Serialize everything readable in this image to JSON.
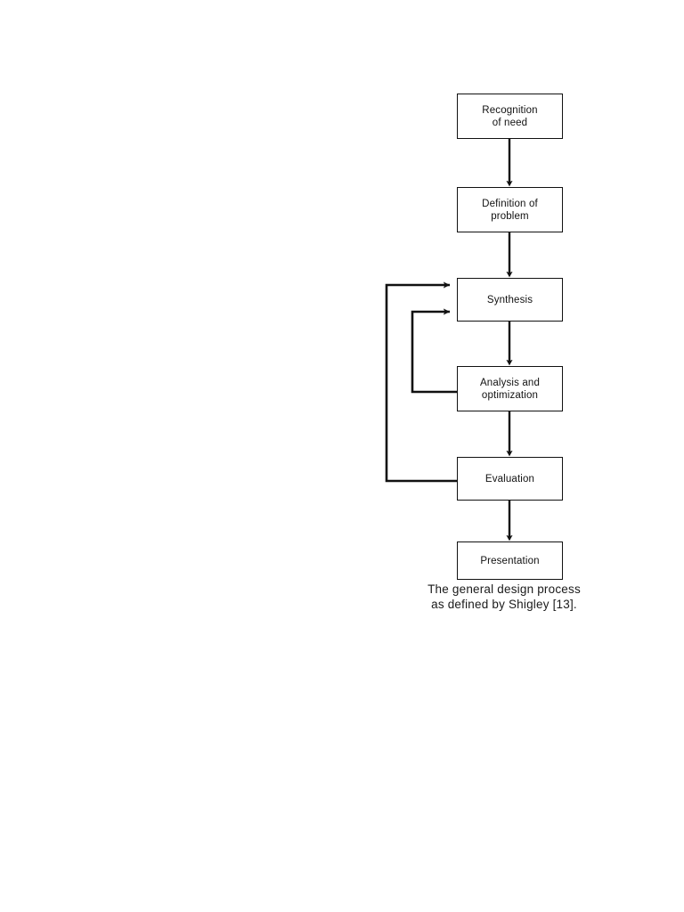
{
  "figure": {
    "caption": "The general design process\nas defined by Shigley [13].",
    "caption_line_1": "The general design process",
    "caption_line_2": "as defined by Shigley [13].",
    "reference_number": "[13]",
    "author": "Shigley"
  },
  "diagram": {
    "type": "flowchart",
    "orientation": "vertical",
    "stroke_color": "#111111",
    "background_color": "#ffffff",
    "nodes": [
      {
        "id": "recognition",
        "label": "Recognition\nof need",
        "order": 1
      },
      {
        "id": "definition",
        "label": "Definition of\nproblem",
        "order": 2
      },
      {
        "id": "synthesis",
        "label": "Synthesis",
        "order": 3
      },
      {
        "id": "analysis",
        "label": "Analysis and\noptimization",
        "order": 4
      },
      {
        "id": "evaluation",
        "label": "Evaluation",
        "order": 5
      },
      {
        "id": "presentation",
        "label": "Presentation",
        "order": 6
      }
    ],
    "edges": [
      {
        "from": "recognition",
        "to": "definition",
        "kind": "forward"
      },
      {
        "from": "definition",
        "to": "synthesis",
        "kind": "forward"
      },
      {
        "from": "synthesis",
        "to": "analysis",
        "kind": "forward"
      },
      {
        "from": "analysis",
        "to": "evaluation",
        "kind": "forward"
      },
      {
        "from": "evaluation",
        "to": "presentation",
        "kind": "forward"
      },
      {
        "from": "analysis",
        "to": "synthesis",
        "kind": "feedback"
      },
      {
        "from": "evaluation",
        "to": "synthesis",
        "kind": "feedback"
      }
    ]
  }
}
